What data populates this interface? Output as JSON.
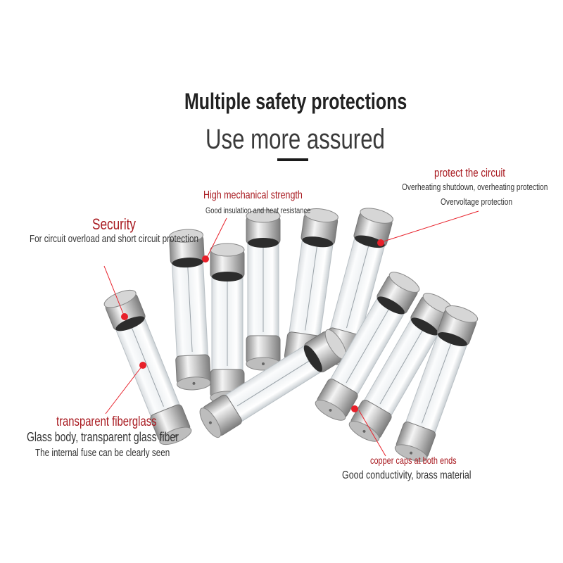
{
  "header": {
    "title": "Multiple safety protections",
    "subtitle": "Use more assured"
  },
  "callouts": {
    "security": {
      "heading": "Security",
      "detail": "For circuit overload and short circuit protection"
    },
    "strength": {
      "heading": "High mechanical strength",
      "detail": "Good insulation and heat resistance"
    },
    "protect": {
      "heading": "protect the circuit",
      "detail1": "Overheating shutdown, overheating protection",
      "detail2": "Overvoltage protection"
    },
    "glass": {
      "heading": "transparent fiberglass",
      "detail1": "Glass body, transparent glass fiber",
      "detail2": "The internal fuse can be clearly seen"
    },
    "caps": {
      "heading": "copper caps at both ends",
      "detail": "Good conductivity, brass material"
    }
  },
  "colors": {
    "accent": "#a8191f",
    "marker": "#e8202a",
    "text": "#333333"
  }
}
